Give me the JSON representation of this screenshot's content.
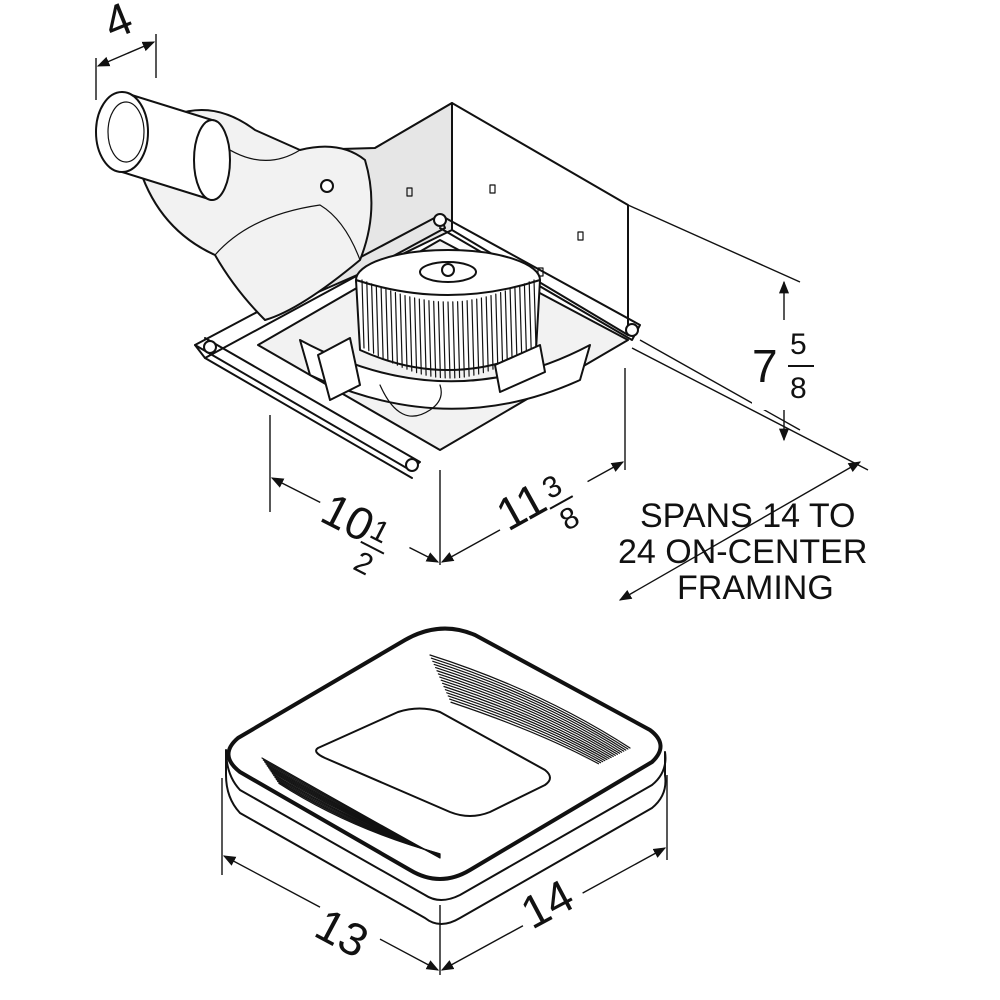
{
  "fan_dimensions": {
    "duct_diameter": "4",
    "width": {
      "whole": "10",
      "num": "1",
      "den": "2"
    },
    "depth": {
      "whole": "11",
      "num": "3",
      "den": "8"
    },
    "height": {
      "whole": "7",
      "num": "5",
      "den": "8"
    }
  },
  "grille_dimensions": {
    "width": "13",
    "depth": "14"
  },
  "note": {
    "line1": "SPANS 14 TO",
    "line2": "24 ON-CENTER",
    "line3": "FRAMING"
  }
}
